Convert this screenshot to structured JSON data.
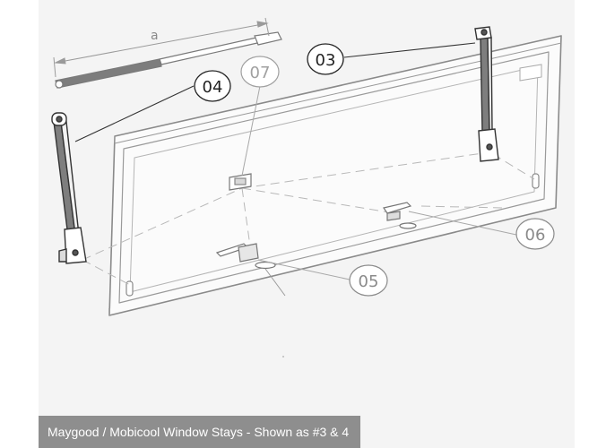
{
  "diagram": {
    "dimension_label": "a",
    "callouts": {
      "c03": "03",
      "c04": "04",
      "c05": "05",
      "c06": "06",
      "c07": "07"
    }
  },
  "caption": {
    "text": "Maygood / Mobicool Window Stays - Shown as #3 & 4"
  }
}
